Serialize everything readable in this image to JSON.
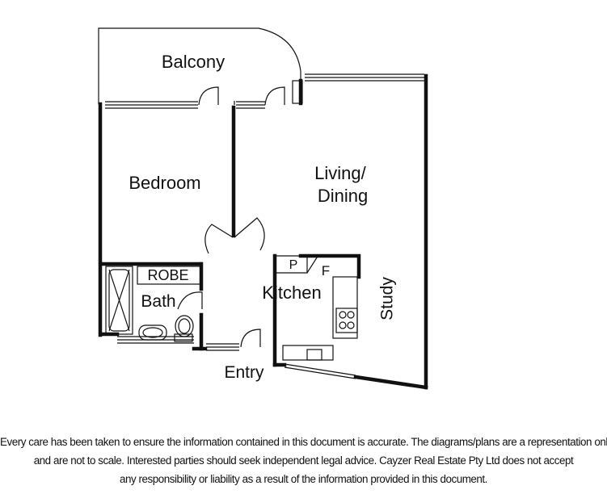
{
  "floor_plan": {
    "rooms": {
      "balcony": "Balcony",
      "bedroom": "Bedroom",
      "living_dining_line1": "Living/",
      "living_dining_line2": "Dining",
      "robe": "ROBE",
      "bath": "Bath",
      "kitchen": "Kitchen",
      "pantry": "P",
      "fridge": "F",
      "study": "Study",
      "entry": "Entry"
    }
  },
  "disclaimer": {
    "line1": "Every care has been taken to ensure the information contained in this document is accurate. The diagrams/plans are a representation only",
    "line2": "and are not to scale. Interested parties should seek independent legal advice. Cayzer Real Estate Pty Ltd does not accept",
    "line3": "any responsibility or liability as a result of the information provided in this document."
  }
}
